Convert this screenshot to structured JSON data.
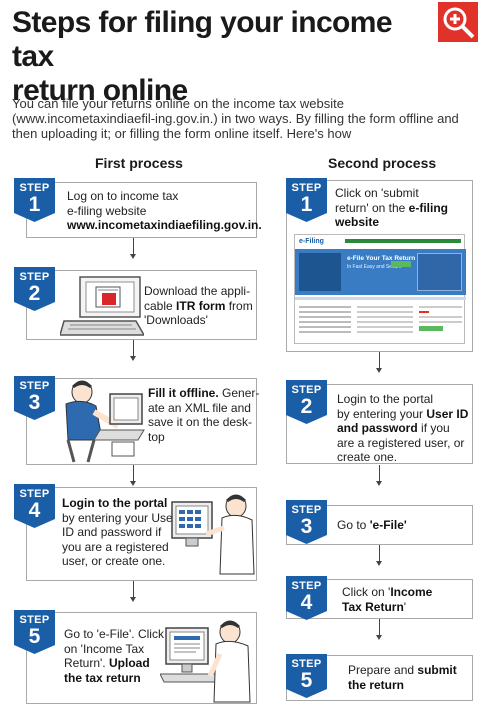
{
  "header": {
    "title_line1": "Steps for filing your income tax",
    "title_line2": "return online",
    "intro": "You can file your returns online on the income tax website (www.incometaxindiaefil-ing.gov.in.) in two ways. By filling the form offline and then uploading it; or filling the form online itself. Here's how"
  },
  "columns": {
    "first": "First process",
    "second": "Second process"
  },
  "step_word": "STEP",
  "first_process": {
    "s1": {
      "num": "1",
      "t1": "Log on to income tax",
      "t2": "e-filing website",
      "t3": "www.incometaxindiaefiling.gov.in."
    },
    "s2": {
      "num": "2",
      "t1": "Download the appli-",
      "t2": "cable ",
      "t2b": "ITR form",
      "t2c": " from",
      "t3": "'Downloads'"
    },
    "s3": {
      "num": "3",
      "t1b": "Fill it offline.",
      "t1c": " Gener-",
      "t2": "ate an XML file and",
      "t3": "save it on the desk-",
      "t4": "top"
    },
    "s4": {
      "num": "4",
      "t1b": "Login to the portal",
      "t2": "by entering your User",
      "t3": "ID and password if",
      "t4": "you are a registered",
      "t5": "user, or create one."
    },
    "s5": {
      "num": "5",
      "t1": "Go to 'e-File'. Click",
      "t2": "on 'Income Tax",
      "t3": "Return'. ",
      "t3b": "Upload",
      "t4b": "the tax return"
    }
  },
  "second_process": {
    "s1": {
      "num": "1",
      "t1": "Click on 'submit",
      "t2": "return' on the ",
      "t2b": "e-filing",
      "t3b": "website"
    },
    "s2": {
      "num": "2",
      "t1": "Login to the portal",
      "t2": "by entering your ",
      "t2b": "User ID",
      "t3b": "and password",
      "t3c": " if you",
      "t4": "are a registered user, or",
      "t5": "create one."
    },
    "s3": {
      "num": "3",
      "t1": "Go to ",
      "t1b": "'e-File'"
    },
    "s4": {
      "num": "4",
      "t1": "Click on '",
      "t1b": "Income",
      "t2b": "Tax Return",
      "t2c": "'"
    },
    "s5": {
      "num": "5",
      "t1": "Prepare and ",
      "t1b": "submit",
      "t2b": "the return"
    }
  },
  "website_mock": {
    "logo": "e-Filing",
    "banner": "e-File Your Tax Return",
    "banner_sub": "In Fast Easy and Secure"
  },
  "colors": {
    "badge_blue": "#1b5ea8",
    "accent_red": "#e0312b",
    "border_grey": "#a9a9a9"
  }
}
